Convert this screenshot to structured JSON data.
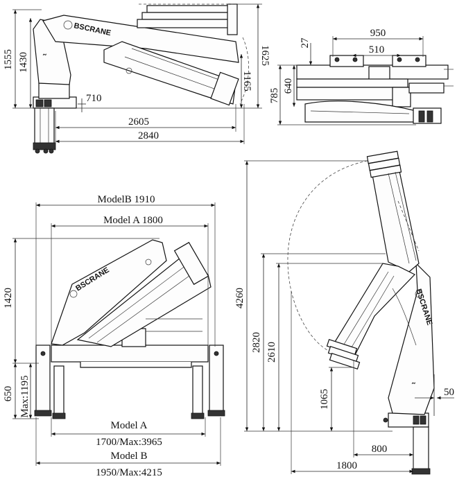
{
  "brand": "BSCRANE",
  "top_left_view": {
    "dims": {
      "d1555": "1555",
      "d1430": "1430",
      "d1625": "1625",
      "d1165": "1165",
      "d710": "710",
      "d2605": "2605",
      "d2840": "2840"
    }
  },
  "top_right_view": {
    "dims": {
      "d950": "950",
      "d510": "510",
      "d27": "27",
      "d785": "785",
      "d640": "640"
    }
  },
  "bottom_left_view": {
    "dims": {
      "model_b_top": "ModelB  1910",
      "model_a_top": "Model A  1800",
      "d1420": "1420",
      "d1195": "Max:1195",
      "d650": "650",
      "model_a_bottom_label": "Model A",
      "model_a_bottom_value": "1700/Max:3965",
      "model_b_bottom_label": "Model B",
      "model_b_bottom_value": "1950/Max:4215"
    }
  },
  "bottom_right_view": {
    "dims": {
      "d4260": "4260",
      "d2820": "2820",
      "d2610": "2610",
      "d1065": "1065",
      "d800": "800",
      "d1800": "1800",
      "d50": "50"
    }
  }
}
